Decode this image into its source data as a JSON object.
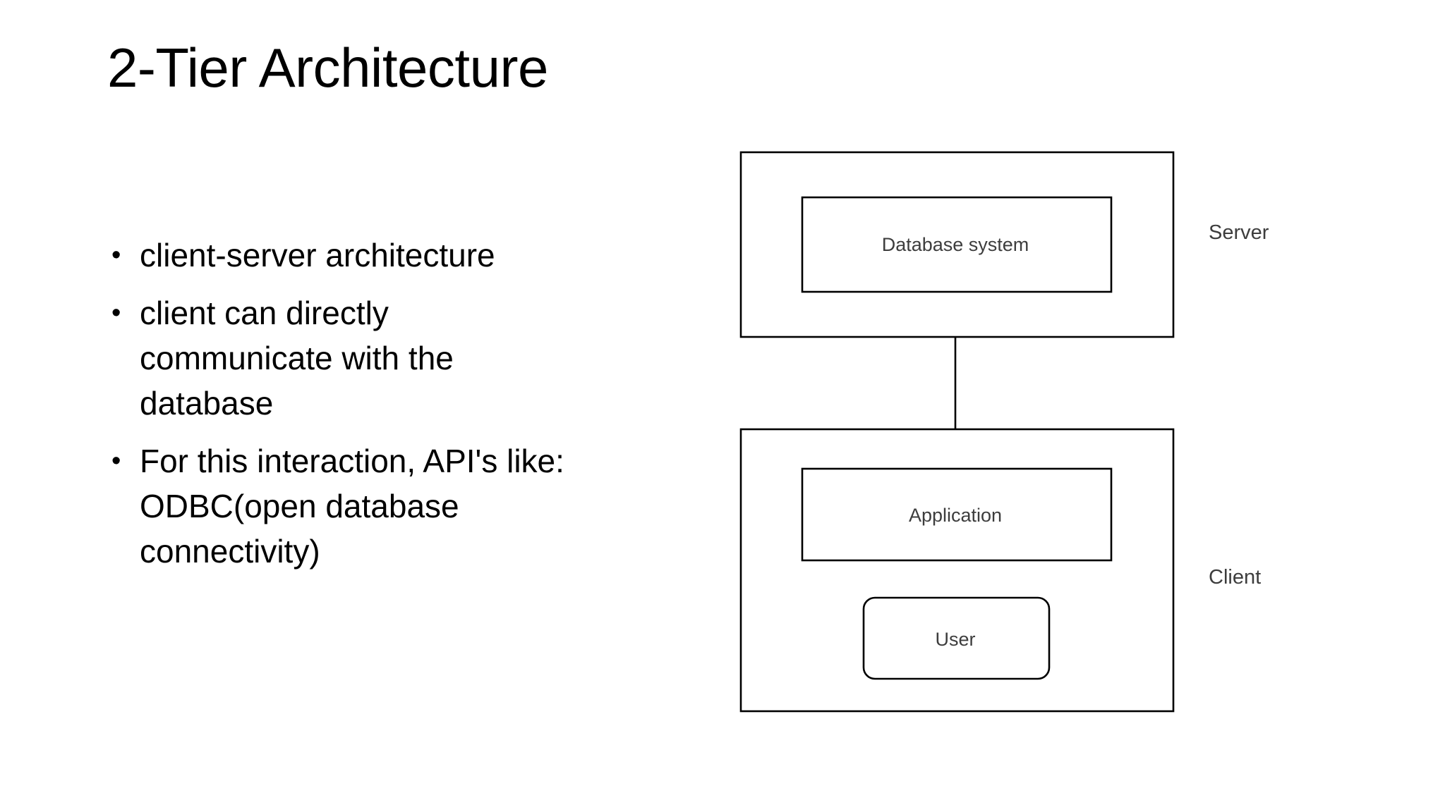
{
  "slide": {
    "title": "2-Tier Architecture",
    "background_color": "#ffffff",
    "text_color": "#000000"
  },
  "bullets": [
    {
      "text": "client-server architecture"
    },
    {
      "text": "client can directly communicate with the database"
    },
    {
      "text": "For this interaction, API's like: ODBC(open database connectivity)"
    }
  ],
  "diagram": {
    "type": "block-diagram",
    "stroke_color": "#000000",
    "label_color": "#3d3d3d",
    "tiers": [
      {
        "name": "server",
        "side_label": "Server",
        "nodes": [
          {
            "id": "database-system",
            "label": "Database system",
            "shape": "rectangle"
          }
        ]
      },
      {
        "name": "client",
        "side_label": "Client",
        "nodes": [
          {
            "id": "application",
            "label": "Application",
            "shape": "rectangle"
          },
          {
            "id": "user",
            "label": "User",
            "shape": "rounded-rectangle"
          }
        ]
      }
    ],
    "connections": [
      {
        "from": "database-system",
        "to": "application"
      },
      {
        "from": "application",
        "to": "user"
      }
    ]
  }
}
